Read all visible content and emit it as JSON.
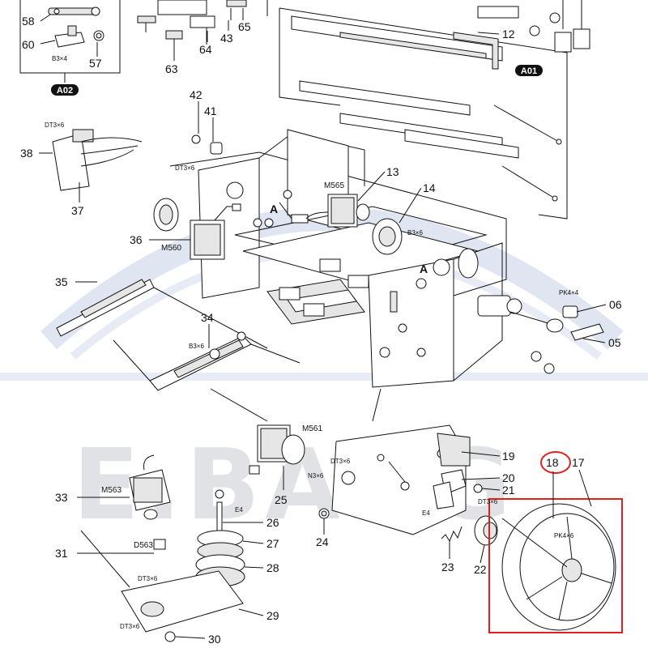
{
  "watermark": {
    "text": "E.BANG",
    "color": "#c9ccd0",
    "arc_color": "#b7c7e3"
  },
  "highlight": {
    "color": "#e02020"
  },
  "assemblies": [
    {
      "id": "a02",
      "label": "A02"
    },
    {
      "id": "a01",
      "label": "A01"
    }
  ],
  "motors": [
    {
      "id": "m565",
      "label": "M565"
    },
    {
      "id": "m560",
      "label": "M560"
    },
    {
      "id": "m561",
      "label": "M561"
    },
    {
      "id": "m563",
      "label": "M563"
    }
  ],
  "sensors": [
    {
      "id": "d563",
      "label": "D563"
    }
  ],
  "section_marks": [
    {
      "id": "a1",
      "label": "A"
    },
    {
      "id": "a2",
      "label": "A"
    }
  ],
  "screws": [
    {
      "id": "s1",
      "label": "B3×4"
    },
    {
      "id": "s2",
      "label": "DT3×6"
    },
    {
      "id": "s3",
      "label": "DT3×6"
    },
    {
      "id": "s4",
      "label": "B3×6"
    },
    {
      "id": "s5",
      "label": "PK4×4"
    },
    {
      "id": "s6",
      "label": "B3×6"
    },
    {
      "id": "s7",
      "label": "DT3×6"
    },
    {
      "id": "s8",
      "label": "N3×6"
    },
    {
      "id": "s9",
      "label": "E4"
    },
    {
      "id": "s10",
      "label": "DT3×6"
    },
    {
      "id": "s11",
      "label": "E4"
    },
    {
      "id": "s12",
      "label": "PK4×6"
    },
    {
      "id": "s13",
      "label": "DT3×6"
    },
    {
      "id": "s14",
      "label": "DT3×6"
    }
  ],
  "callouts": [
    {
      "id": "c58",
      "label": "58"
    },
    {
      "id": "c60",
      "label": "60"
    },
    {
      "id": "c57",
      "label": "57"
    },
    {
      "id": "c63",
      "label": "63"
    },
    {
      "id": "c64",
      "label": "64"
    },
    {
      "id": "c43",
      "label": "43"
    },
    {
      "id": "c65",
      "label": "65"
    },
    {
      "id": "c12",
      "label": "12"
    },
    {
      "id": "c42",
      "label": "42"
    },
    {
      "id": "c41",
      "label": "41"
    },
    {
      "id": "c38",
      "label": "38"
    },
    {
      "id": "c37",
      "label": "37"
    },
    {
      "id": "c13",
      "label": "13"
    },
    {
      "id": "c14",
      "label": "14"
    },
    {
      "id": "c36",
      "label": "36"
    },
    {
      "id": "c35",
      "label": "35"
    },
    {
      "id": "c34",
      "label": "34"
    },
    {
      "id": "c06",
      "label": "06"
    },
    {
      "id": "c05",
      "label": "05"
    },
    {
      "id": "c19",
      "label": "19"
    },
    {
      "id": "c18",
      "label": "18"
    },
    {
      "id": "c17",
      "label": "17"
    },
    {
      "id": "c20",
      "label": "20"
    },
    {
      "id": "c21",
      "label": "21"
    },
    {
      "id": "c33",
      "label": "33"
    },
    {
      "id": "c25",
      "label": "25"
    },
    {
      "id": "c26",
      "label": "26"
    },
    {
      "id": "c27",
      "label": "27"
    },
    {
      "id": "c28",
      "label": "28"
    },
    {
      "id": "c24",
      "label": "24"
    },
    {
      "id": "c23",
      "label": "23"
    },
    {
      "id": "c22",
      "label": "22"
    },
    {
      "id": "c31",
      "label": "31"
    },
    {
      "id": "c29",
      "label": "29"
    },
    {
      "id": "c30",
      "label": "30"
    }
  ]
}
